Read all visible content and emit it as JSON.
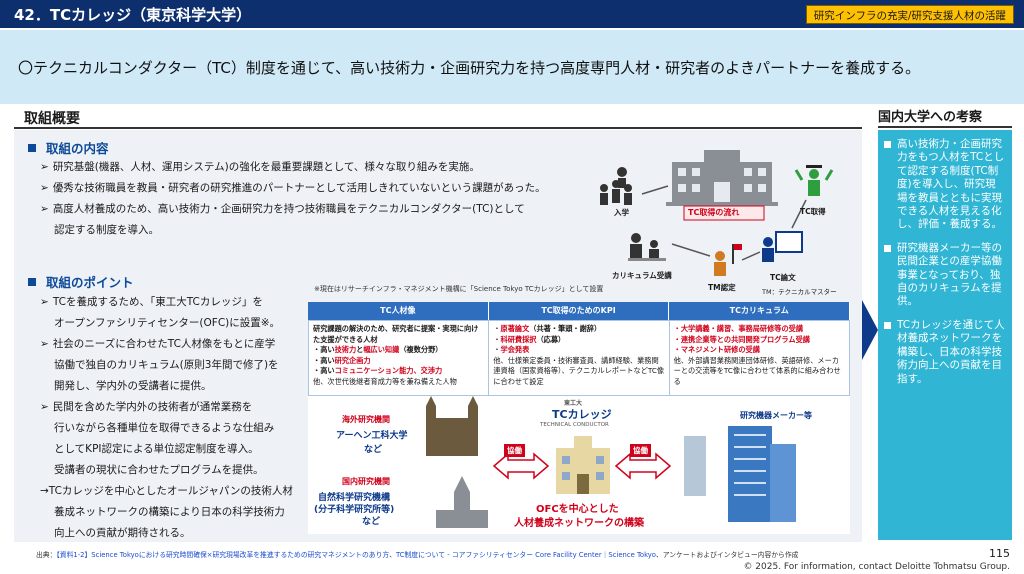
{
  "header": {
    "title": "42．TCカレッジ（東京科学大学）",
    "tag": "研究インフラの充実/研究支援人材の活躍"
  },
  "lead": "〇テクニカルコンダクター（TC）制度を通じて、高い技術力・企画研究力を持つ高度専門人材・研究者のよきパートナーを養成する。",
  "overview": {
    "title": "取組概要",
    "content": {
      "heading": "取組の内容",
      "bullets": [
        "研究基盤(機器、人材、運用システム)の強化を最重要課題として、様々な取り組みを実施。",
        "優秀な技術職員を教員・研究者の研究推進のパートナーとして活用しきれていないという課題があった。",
        "高度人材養成のため、高い技術力・企画研究力を持つ技術職員をテクニカルコンダクター(TC)として",
        "認定する制度を導入。"
      ]
    },
    "points": {
      "heading": "取組のポイント",
      "lines": [
        "TCを養成するため、「東工大TCカレッジ」を",
        "オープンファシリティセンター(OFC)に設置※。",
        "社会のニーズに合わせたTC人材像をもとに産学",
        "協働で独自のカリキュラム(原則3年間で修了)を",
        "開発し、学内外の受講者に提供。",
        "民間を含めた学内外の技術者が通常業務を",
        "行いながら各種単位を取得できるような仕組み",
        "としてKPI認定による単位認定制度を導入。",
        "受講者の現状に合わせたプログラムを提供。",
        "→TCカレッジを中心としたオールジャパンの技術人材",
        "養成ネットワークの構築により日本の科学技術力",
        "向上への貢献が期待される。"
      ]
    },
    "flow": {
      "title": "TC取得の流れ",
      "steps": [
        "入学",
        "カリキュラム受講",
        "TM認定",
        "TC論文",
        "TC取得"
      ],
      "tm_note": "TM：テクニカルマスター"
    },
    "note": "※現在はリサーチインフラ・マネジメント機構に「Science Tokyo TCカレッジ」として設置",
    "table": {
      "headers": [
        "TC人材像",
        "TC取得のためのKPI",
        "TCカリキュラム"
      ],
      "col1": {
        "intro": "研究課題の解決のため、研究者に提案・実現に向けた支援ができる人材",
        "items": [
          {
            "pre": "・高い",
            "red": "技術力",
            "mid": "と",
            "red2": "幅広い知識",
            "post": "（複数分野）"
          },
          {
            "pre": "・高い",
            "red": "研究企画力",
            "mid": "",
            "red2": "",
            "post": ""
          },
          {
            "pre": "・高い",
            "red": "コミュニケーション能力、交渉力",
            "mid": "",
            "red2": "",
            "post": ""
          }
        ],
        "footer": "他、次世代後継者育成力等を兼ね備えた人物"
      },
      "col2": {
        "items": [
          {
            "red": "原著論文",
            "post": "（共著・筆頭・謝辞）"
          },
          {
            "red": "科研費採択",
            "post": "（応募）"
          },
          {
            "red": "学会発表",
            "post": ""
          }
        ],
        "footer": "他、仕様策定委員・技術審査員、講師経験、業務関連資格（国家資格等）、テクニカルレポートなどTC像に合わせて設定"
      },
      "col3": {
        "items": [
          "大学講義・講習、事務局研修等の受講",
          "連携企業等との共同開発プログラム受講",
          "マネジメント研修の受講"
        ],
        "footer": "他、外部講習業務関連団体研修、英語研修、メーカーとの交流等をTC像に合わせて体系的に組み合わせる"
      }
    },
    "network": {
      "overseas_label": "海外研究機関",
      "overseas_name": "アーヘン工科大学",
      "overseas_suffix": "など",
      "domestic_label": "国内研究機関",
      "domestic_name1": "自然科学研究機構",
      "domestic_name2": "(分子科学研究所等)",
      "domestic_suffix": "など",
      "coop": "協働",
      "center_logo_top": "東工大",
      "center_logo_main": "TCカレッジ",
      "center_logo_sub": "TECHNICAL CONDUCTOR",
      "center_label1": "OFCを中心とした",
      "center_label2": "人材養成ネットワークの構築",
      "maker_label": "研究機器メーカー等"
    }
  },
  "right": {
    "title": "国内大学への考察",
    "items": [
      "高い技術力・企画研究力をもつ人材をTCとして認定する制度(TC制度)を導入し、研究現場を教員とともに実現できる人材を見える化し、評価・養成する。",
      "研究機器メーカー等の民間企業との産学協働事業となっており、独自のカリキュラムを提供。",
      "TCカレッジを通じて人材養成ネットワークを構築し、日本の科学技術力向上への貢献を目指す。"
    ]
  },
  "footer": {
    "source_prefix": "出典：",
    "source_link1": "【資料1-2】Science Tokyoにおける研究時間確保×研究現場改革を推進するための研究マネジメントのあり方",
    "source_sep": "、",
    "source_link2": "TC制度について - コアファシリティセンター Core Facility Center｜Science Tokyo",
    "source_suffix": "、アンケートおよびインタビュー内容から作成",
    "page": "115",
    "copyright": "© 2025. For information, contact Deloitte Tohmatsu Group."
  },
  "colors": {
    "navy": "#0d2f6e",
    "accent_yellow": "#ffc000",
    "lead_bg": "#cfe9f7",
    "panel_cyan": "#30b6d4",
    "table_blue": "#2f6dbf",
    "red": "#d0021b"
  }
}
